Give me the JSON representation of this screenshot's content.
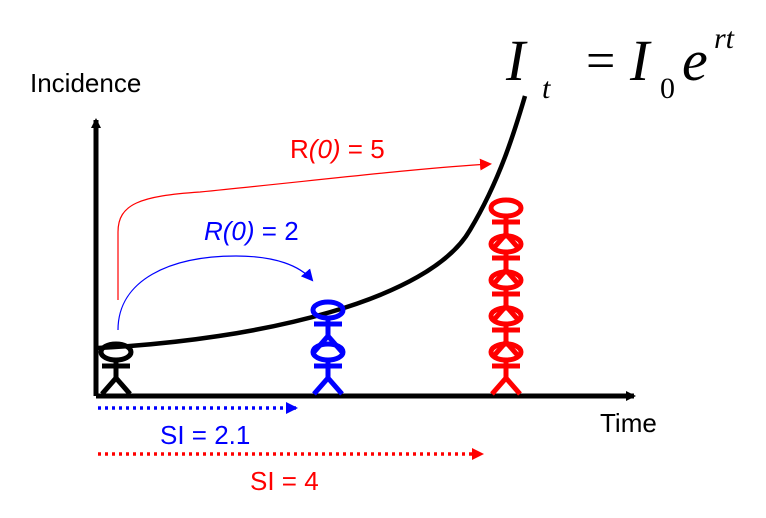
{
  "formula": {
    "lhs": "I",
    "lhs_sub": "t",
    "equals": "=",
    "rhs": "I",
    "rhs_sub": "0",
    "base": "e",
    "exponent": "rt"
  },
  "axes": {
    "y_label": "Incidence",
    "x_label": "Time"
  },
  "r0_high": {
    "prefix": "R",
    "arg": "(0)",
    "suffix": " = 5",
    "color": "#ff0000"
  },
  "r0_low": {
    "name": "R(0)",
    "suffix": " = 2",
    "color": "#0000ff"
  },
  "si_short": {
    "label": "SI = 2.1",
    "color": "#0000ff"
  },
  "si_long": {
    "label": "SI = 4",
    "color": "#ff0000"
  },
  "colors": {
    "index_case": "#000000",
    "curve": "#000000",
    "generation_1": "#0000ff",
    "generation_2": "#ff0000"
  },
  "generations": {
    "index_count": 1,
    "gen1_count": 2,
    "gen2_count": 5
  }
}
